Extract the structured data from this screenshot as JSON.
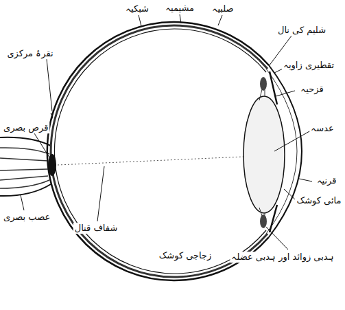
{
  "diagram": {
    "labels": [
      "شبکیہ",
      "مشیمیہ",
      "صلبیہ",
      "شلیم کی نال",
      "تقطیری زاویہ",
      "نقرۂ مرکزی",
      "قزحیہ",
      "عدسہ",
      "قرنیہ",
      "مائی کوشک",
      "ہدبی زوائد اور ہدبی عضلہ",
      "زجاجی کوشک",
      "قرص بصری",
      "عصب بصری",
      "شفاف قنال"
    ]
  }
}
